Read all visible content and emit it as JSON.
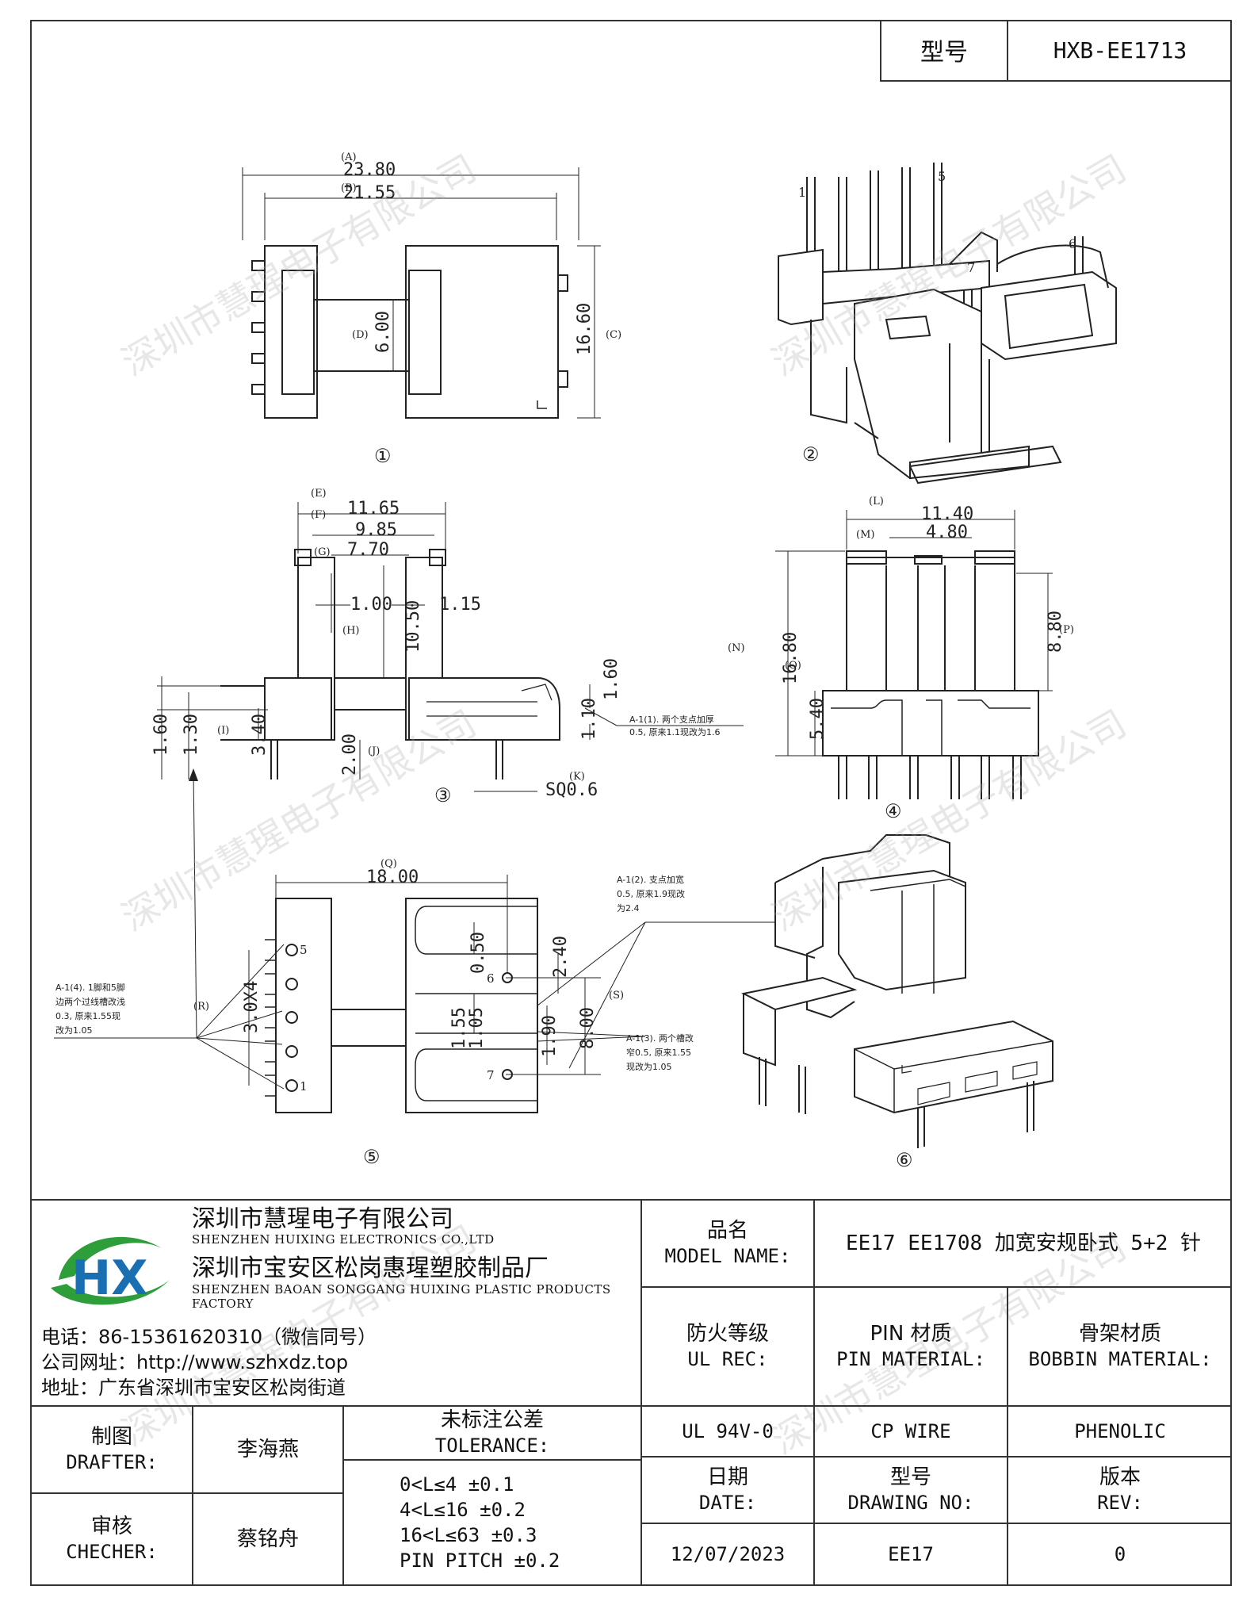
{
  "header": {
    "model_label": "型号",
    "model_value": "HXB-EE1713"
  },
  "watermark": "深圳市慧瑆电子有限公司",
  "views": {
    "v1": {
      "num": "①",
      "dim_a": "23.80",
      "tag_a": "(A)",
      "dim_b": "21.55",
      "tag_b": "(B)",
      "dim_c": "16.60",
      "tag_c": "(C)",
      "dim_d": "6.00",
      "tag_d": "(D)"
    },
    "v2": {
      "num": "②",
      "pin1": "1",
      "pin5": "5",
      "pin6": "6",
      "pin7": "7"
    },
    "v3": {
      "num": "③",
      "dim_e": "11.65",
      "tag_e": "(E)",
      "dim_f": "9.85",
      "tag_f": "(F)",
      "dim_g": "7.70",
      "tag_g": "(G)",
      "dim_100": "1.00",
      "dim_115": "1.15",
      "dim_h": "10.50",
      "tag_h": "(H)",
      "dim_160a": "1.60",
      "dim_130": "1.30",
      "tag_i": "(I)",
      "dim_340": "3.40",
      "dim_200": "2.00",
      "tag_j": "(J)",
      "dim_160b": "1.60",
      "dim_110": "1.10",
      "tag_k": "(K)",
      "dim_sq": "SQ0.6",
      "note1": "A-1(1). 两个支点加厚",
      "note2": "0.5, 原来1.1现改为1.6"
    },
    "v4": {
      "num": "④",
      "dim_l": "11.40",
      "tag_l": "(L)",
      "dim_m": "4.80",
      "tag_m": "(M)",
      "dim_n": "16.80",
      "tag_n": "(N)",
      "dim_p": "8.80",
      "tag_p": "(P)",
      "dim_o": "5.40",
      "tag_o": "(O)"
    },
    "v5": {
      "num": "⑤",
      "dim_q": "18.00",
      "tag_q": "(Q)",
      "dim_r": "3.0X4",
      "tag_r": "(R)",
      "dim_s": "8.00",
      "tag_s": "(S)",
      "dim_240": "2.40",
      "dim_050": "0.50",
      "dim_190": "1.90",
      "dim_155": "1.55",
      "dim_105": "1.05",
      "p1": "1",
      "p5": "5",
      "p6": "6",
      "p7": "7",
      "note_a1": "A-1(2). 支点加宽",
      "note_a2": "0.5, 原来1.9现改",
      "note_a3": "为2.4",
      "note_b1": "A-1(3). 两个槽改",
      "note_b2": "窄0.5, 原来1.55",
      "note_b3": "现改为1.05",
      "note_c1": "A-1(4). 1脚和5脚",
      "note_c2": "边两个过线槽改浅",
      "note_c3": "0.3, 原来1.55现",
      "note_c4": "改为1.05"
    },
    "v6": {
      "num": "⑥"
    }
  },
  "company": {
    "name_cn": "深圳市慧瑆电子有限公司",
    "name_en": "SHENZHEN HUIXING ELECTRONICS CO.,LTD",
    "factory_cn": "深圳市宝安区松岗惠瑆塑胶制品厂",
    "factory_en": "SHENZHEN BAOAN SONGGANG HUIXING PLASTIC PRODUCTS FACTORY",
    "phone": "电话：86-15361620310（微信同号）",
    "website": "公司网址：http://www.szhxdz.top",
    "address": "地址：广东省深圳市宝安区松岗街道",
    "logo_text": "HX"
  },
  "table": {
    "model_name_cn": "品名",
    "model_name_en": "MODEL NAME:",
    "model_name_value": "EE17 EE1708 加宽安规卧式 5+2 针",
    "ul_cn": "防火等级",
    "ul_en": "UL REC:",
    "pin_cn": "PIN 材质",
    "pin_en": "PIN MATERIAL:",
    "bobbin_cn": "骨架材质",
    "bobbin_en": "BOBBIN MATERIAL:",
    "ul_value": "UL 94V-0",
    "pin_value": "CP WIRE",
    "bobbin_value": "PHENOLIC",
    "drafter_cn": "制图",
    "drafter_en": "DRAFTER:",
    "drafter_value": "李海燕",
    "checker_cn": "审核",
    "checker_en": "CHECHER:",
    "checker_value": "蔡铭舟",
    "tol_cn": "未标注公差",
    "tol_en": "TOLERANCE:",
    "tol_lines": [
      "0<L≤4  ±0.1",
      "4<L≤16 ±0.2",
      "16<L≤63 ±0.3",
      "PIN PITCH ±0.2"
    ],
    "date_cn": "日期",
    "date_en": "DATE:",
    "date_value": "12/07/2023",
    "drawing_cn": "型号",
    "drawing_en": "DRAWING NO:",
    "drawing_value": "EE17",
    "rev_cn": "版本",
    "rev_en": "REV:",
    "rev_value": "0"
  }
}
